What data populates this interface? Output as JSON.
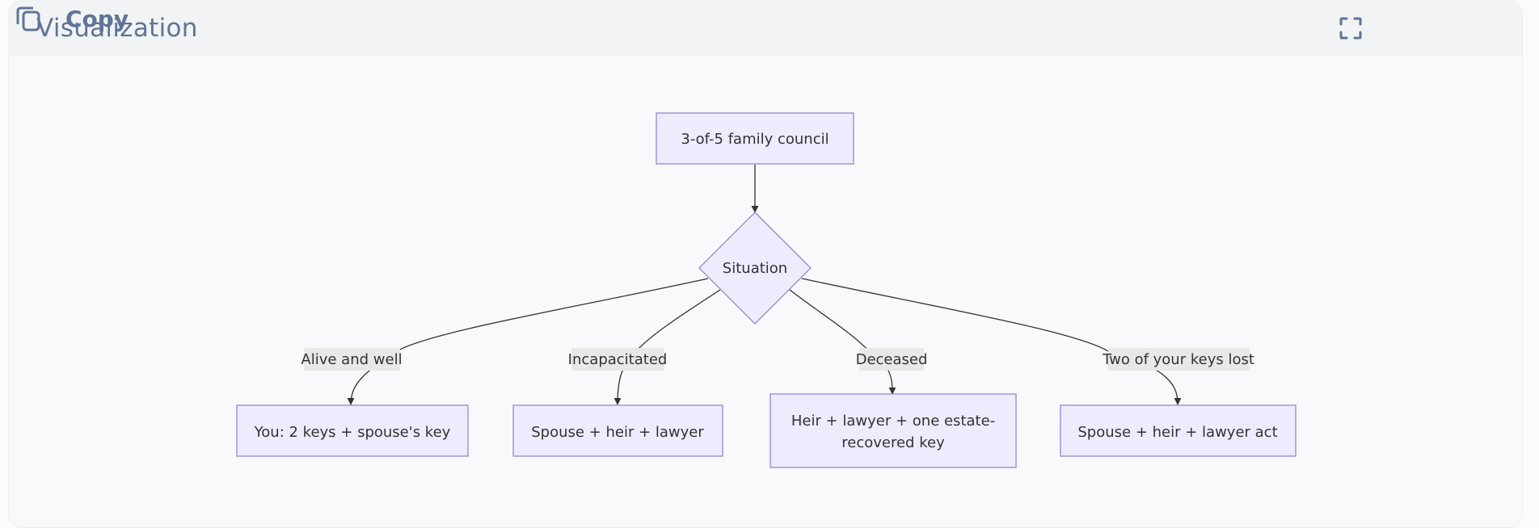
{
  "header": {
    "title": "Visualization",
    "expand_icon": "expand-icon",
    "copy_icon": "copy-icon",
    "copy_label": "Copy"
  },
  "diagram": {
    "root": "3-of-5 family council",
    "decision": "Situation",
    "edges": [
      "Alive and well",
      "Incapacitated",
      "Deceased",
      "Two of your keys lost"
    ],
    "outcomes": [
      [
        "You: 2 keys + spouse's key"
      ],
      [
        "Spouse + heir + lawyer"
      ],
      [
        "Heir + lawyer + one estate-",
        "recovered key"
      ],
      [
        "Spouse + heir + lawyer act"
      ]
    ]
  },
  "colors": {
    "node_fill": "#ececfe",
    "node_stroke": "#9a84d8",
    "edge": "#333333",
    "label_bg": "#e8e8e8",
    "header_text": "#5f7597"
  }
}
